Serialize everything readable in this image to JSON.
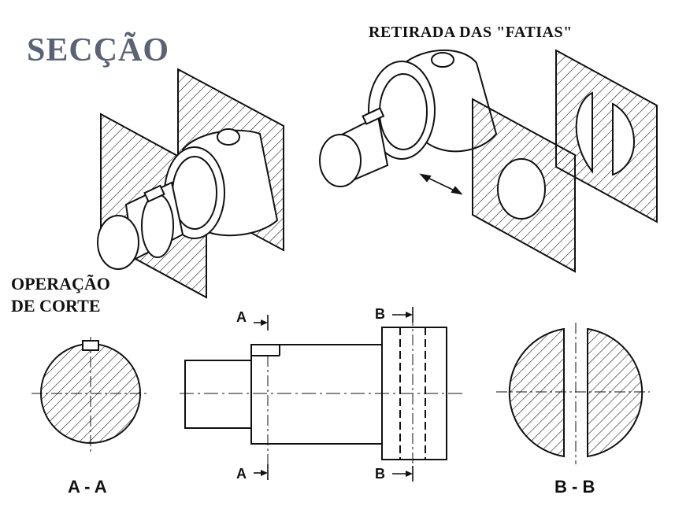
{
  "titles": {
    "main": "SECÇÃO",
    "removal": "RETIRADA DAS \"FATIAS\"",
    "operation_line1": "OPERAÇÃO",
    "operation_line2": "DE CORTE"
  },
  "section_labels": {
    "aa": "A - A",
    "bb": "B - B",
    "a_top": "A",
    "a_bottom": "A",
    "b_top": "B",
    "b_bottom": "B"
  },
  "colors": {
    "title_main": "#5b6275",
    "ink": "#111111"
  }
}
